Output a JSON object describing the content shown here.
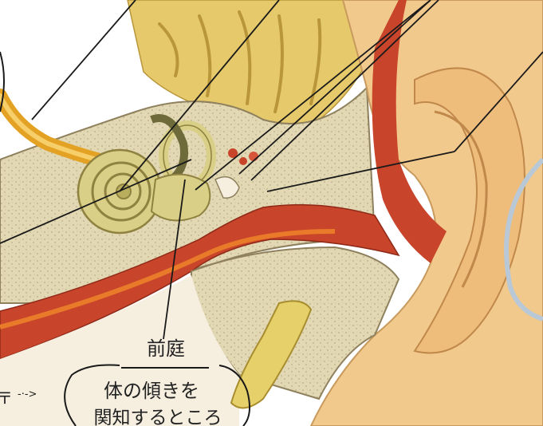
{
  "annotation": {
    "title": "前庭",
    "line1": "体の傾きを",
    "line2": "関知するところ"
  },
  "cutoff_label": {
    "text": "〒",
    "arrow": "-·->"
  },
  "colors": {
    "bone": "#e2d8b4",
    "bone_speckle": "#b9ac86",
    "canal_red": "#c8442a",
    "canal_orange": "#e87a2a",
    "skin": "#f2c98c",
    "skin_dark": "#d9a060",
    "brain": "#e6c96a",
    "cochlea": "#d9cf86",
    "nerve": "#e4a224",
    "eardrum_blue": "#b9c8d6",
    "ink": "#1a1a1a"
  }
}
